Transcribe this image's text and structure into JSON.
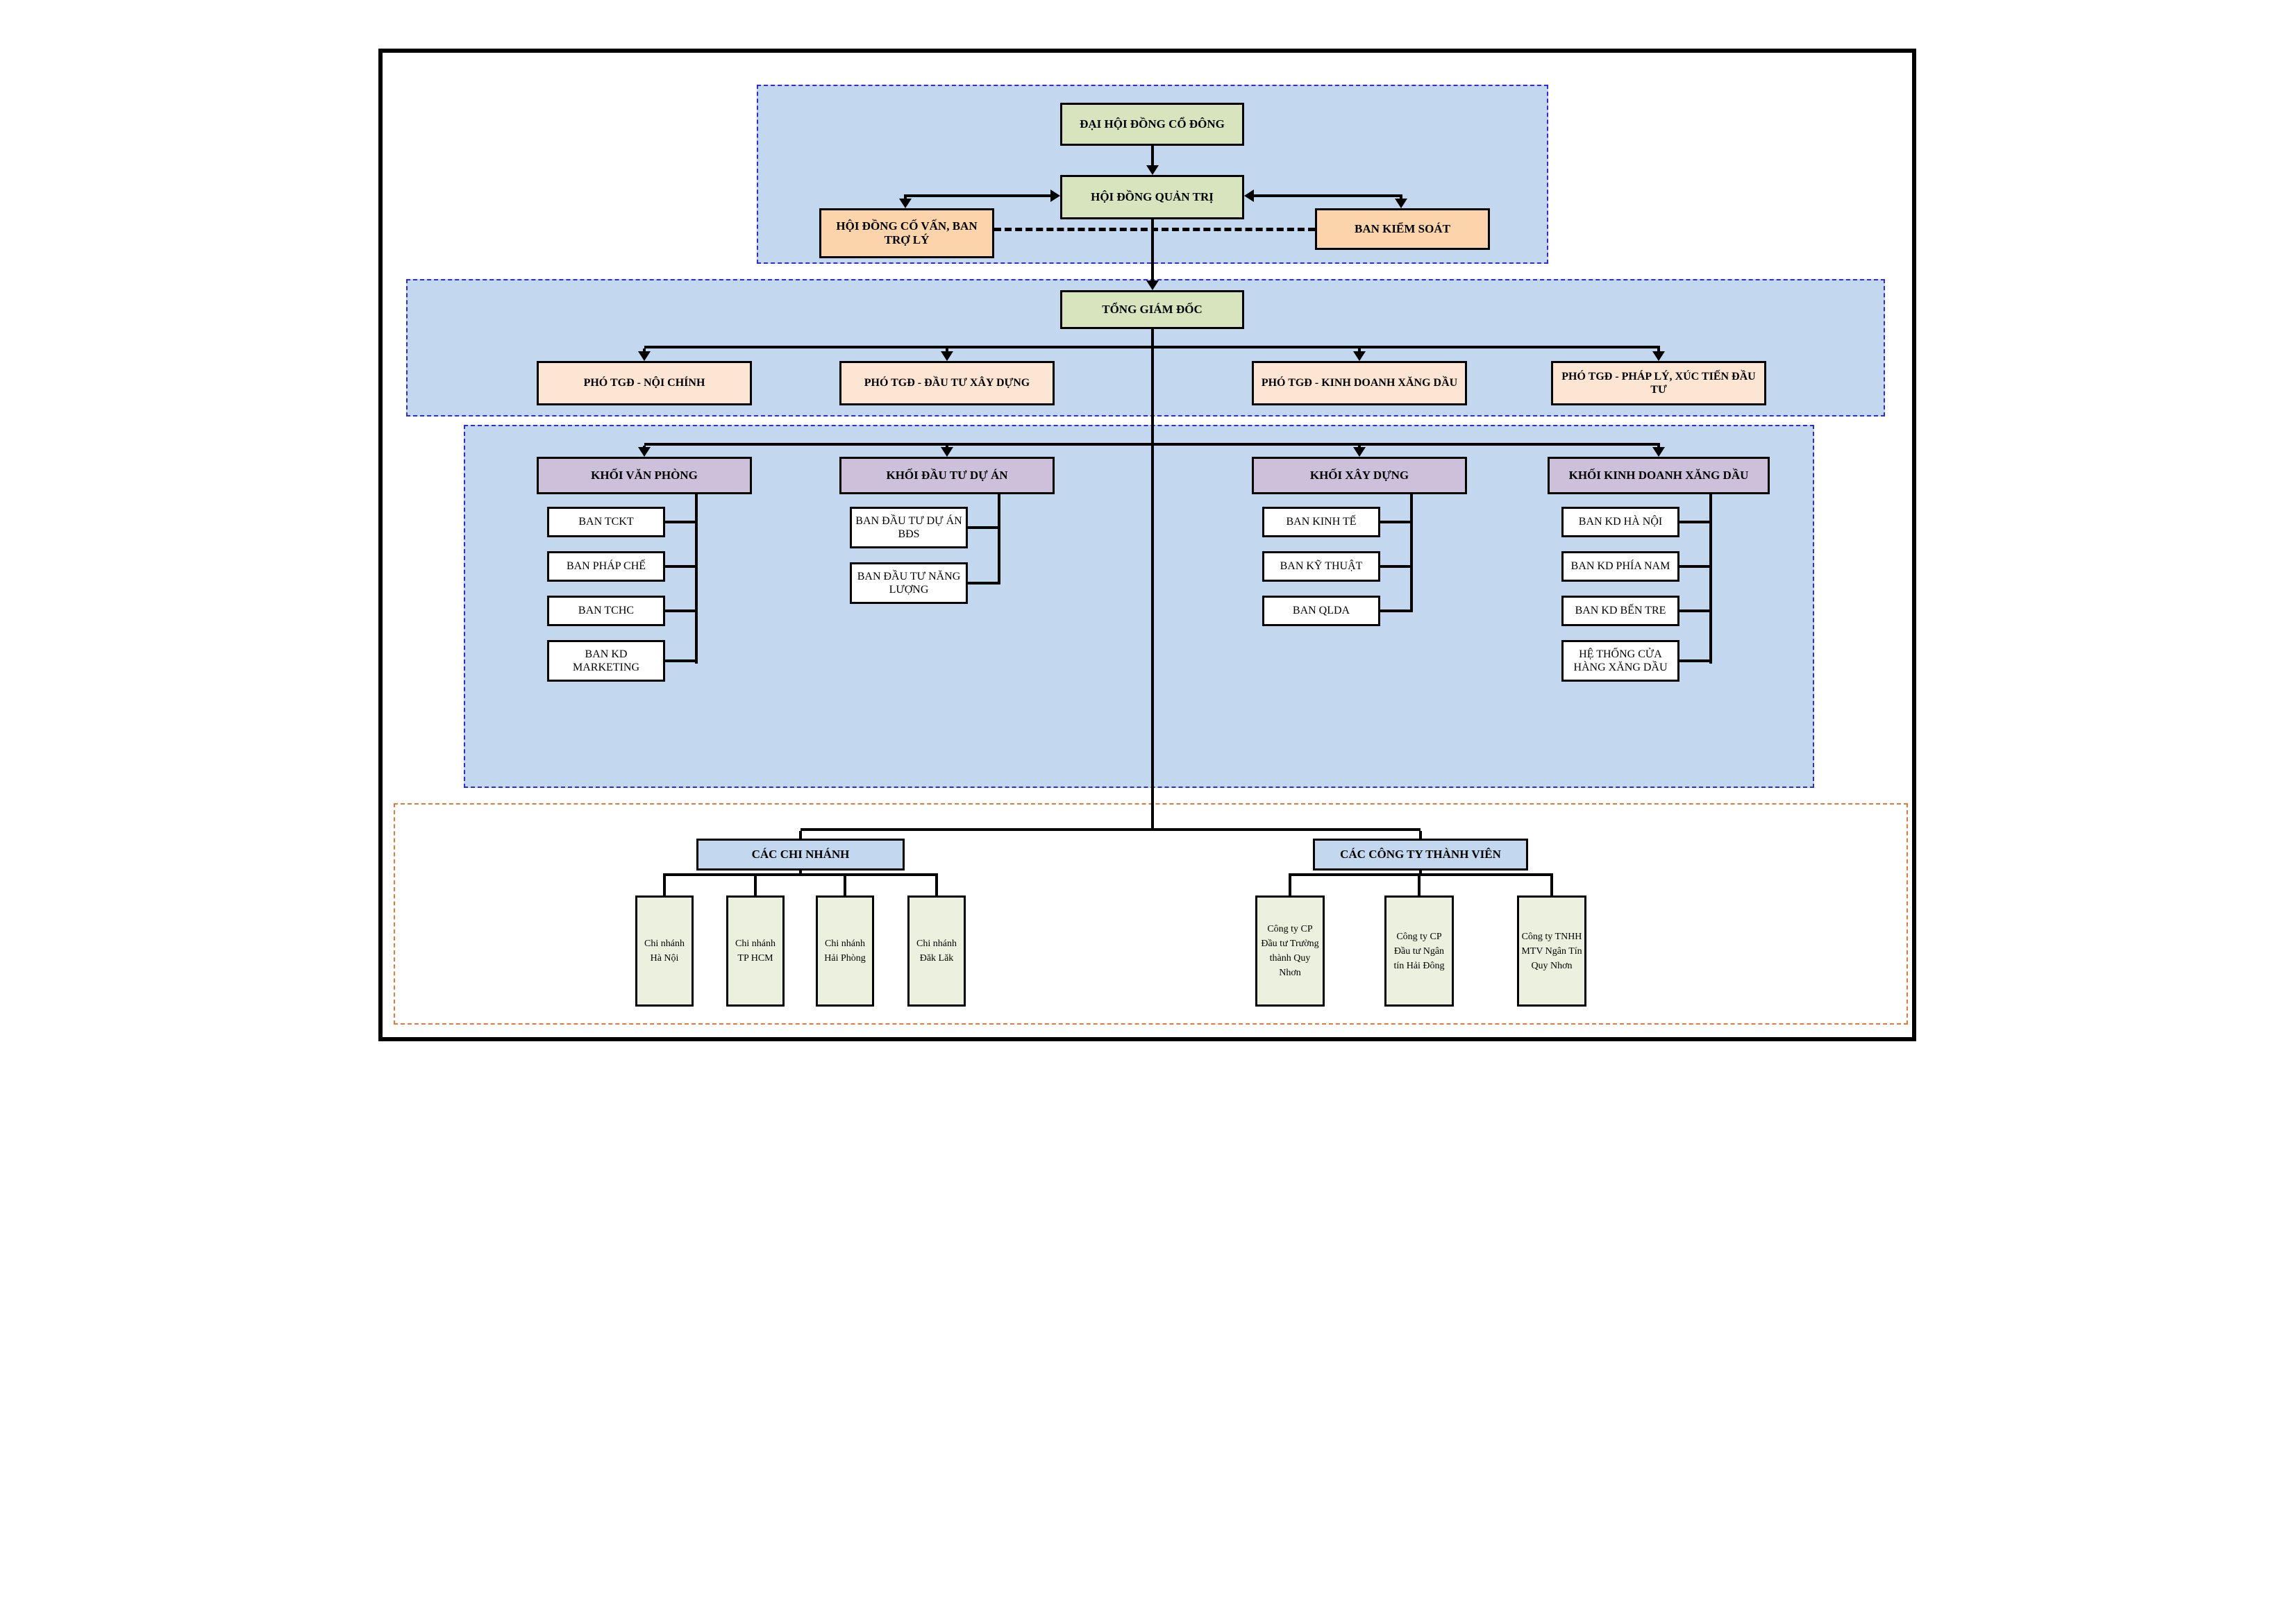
{
  "governance": {
    "shareholders": "ĐẠI HỘI ĐỒNG CỔ ĐÔNG",
    "board": "HỘI ĐỒNG QUẢN TRỊ",
    "advisory": "HỘI ĐỒNG CỐ VẤN, BAN TRỢ LÝ",
    "supervisory": "BAN KIỂM SOÁT",
    "ceo": "TỔNG GIÁM ĐỐC"
  },
  "deputies": [
    "PHÓ TGĐ - NỘI CHÍNH",
    "PHÓ TGĐ - ĐẦU TƯ XÂY DỰNG",
    "PHÓ TGĐ - KINH DOANH XĂNG DẦU",
    "PHÓ TGĐ - PHÁP LÝ, XÚC TIẾN ĐẦU TƯ"
  ],
  "divisions": [
    {
      "name": "KHỐI VĂN PHÒNG",
      "departments": [
        "BAN TCKT",
        "BAN PHÁP CHẾ",
        "BAN TCHC",
        "BAN KD MARKETING"
      ]
    },
    {
      "name": "KHỐI ĐẦU TƯ DỰ ÁN",
      "departments": [
        "BAN ĐẦU TƯ DỰ ÁN BĐS",
        "BAN ĐẦU TƯ NĂNG LƯỢNG"
      ]
    },
    {
      "name": "KHỐI XÂY DỰNG",
      "departments": [
        "BAN KINH TẾ",
        "BAN KỸ THUẬT",
        "BAN QLDA"
      ]
    },
    {
      "name": "KHỐI KINH DOANH XĂNG DẦU",
      "departments": [
        "BAN KD HÀ NỘI",
        "BAN KD PHÍA NAM",
        "BAN KD BẾN TRE",
        "HỆ THỐNG CỬA HÀNG XĂNG DẦU"
      ]
    }
  ],
  "branches": {
    "header": "CÁC CHI NHÁNH",
    "items": [
      "Chi nhánh Hà Nội",
      "Chi nhánh TP HCM",
      "Chi nhánh Hải Phòng",
      "Chi nhánh Đăk Lăk"
    ]
  },
  "subsidiaries": {
    "header": "CÁC CÔNG TY THÀNH VIÊN",
    "items": [
      "Công ty CP Đầu tư Trường thành Quy Nhơn",
      "Công ty CP Đầu tư Ngân tín Hải Đông",
      "Công ty TNHH MTV Ngân Tín Quy Nhơn"
    ]
  },
  "colors": {
    "governance_green": "#d7e4bd",
    "advisory_peach": "#fbd4ac",
    "deputy_peach": "#fce5d2",
    "division_purple": "#ccc0da",
    "group_header_blue": "#c3d8ee",
    "leaf_pale_green": "#ebf1de",
    "dashed_group_blue": "#2d2dd2",
    "dashed_group_orange": "#e07b39",
    "line_black": "#000000"
  }
}
